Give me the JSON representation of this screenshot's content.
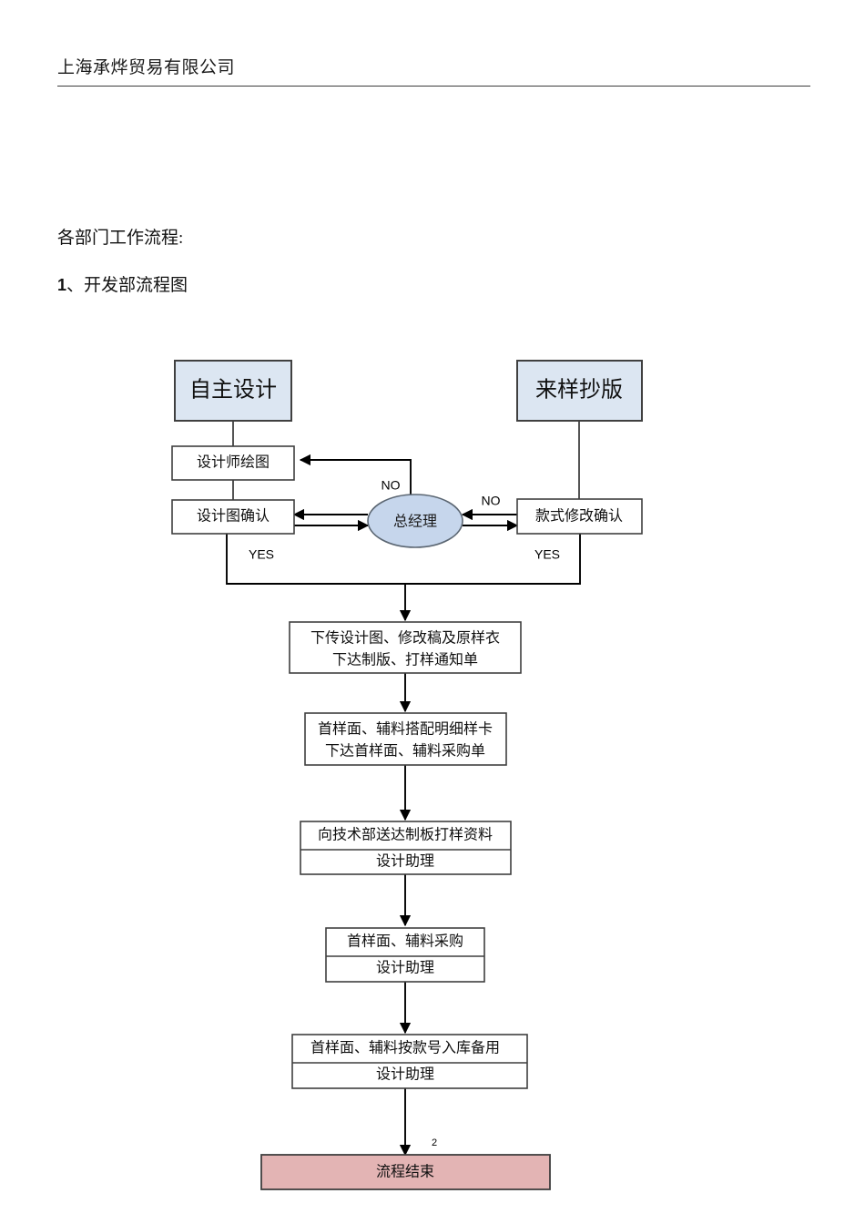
{
  "document": {
    "header_title": "上海承烨贸易有限公司",
    "intro_text": "各部门工作流程:",
    "section_number": "1",
    "section_separator": "、",
    "section_title": "开发部流程图",
    "page_number": "2"
  },
  "colors": {
    "start_fill": "#dce6f2",
    "decision_fill": "#c6d6ec",
    "end_fill": "#e3b4b4",
    "box_fill": "#ffffff",
    "stroke": "#3f3f3f"
  },
  "flowchart": {
    "title": "开发部流程图",
    "nodes": {
      "start_left": {
        "label": "自主设计",
        "shape": "rect",
        "fill": "start_fill"
      },
      "start_right": {
        "label": "来样抄版",
        "shape": "rect",
        "fill": "start_fill"
      },
      "designer_draw": {
        "label": "设计师绘图",
        "shape": "rect",
        "fill": "box_fill"
      },
      "design_confirm": {
        "label": "设计图确认",
        "shape": "rect",
        "fill": "box_fill"
      },
      "general_manager": {
        "label": "总经理",
        "shape": "ellipse",
        "fill": "decision_fill"
      },
      "style_revise_confirm": {
        "label": "款式修改确认",
        "shape": "rect",
        "fill": "box_fill"
      },
      "step_upload": {
        "line1": "下传设计图、修改稿及原样衣",
        "line2": "下达制版、打样通知单",
        "shape": "rect",
        "fill": "box_fill"
      },
      "step_sample_card": {
        "line1": "首样面、辅料搭配明细样卡",
        "line2": "下达首样面、辅料采购单",
        "shape": "rect",
        "fill": "box_fill"
      },
      "step_send_tech": {
        "line1": "向技术部送达制板打样资料",
        "line2": "设计助理",
        "shape": "rect-divided",
        "fill": "box_fill"
      },
      "step_purchase": {
        "line1": "首样面、辅料采购",
        "line2": "设计助理",
        "shape": "rect-divided",
        "fill": "box_fill"
      },
      "step_warehouse": {
        "line1": "首样面、辅料按款号入库备用",
        "line2": "设计助理",
        "shape": "rect-divided",
        "fill": "box_fill"
      },
      "end_node": {
        "label": "流程结束",
        "shape": "rect",
        "fill": "end_fill"
      }
    },
    "edge_labels": {
      "no_left": "NO",
      "no_right": "NO",
      "yes_left": "YES",
      "yes_right": "YES"
    }
  }
}
